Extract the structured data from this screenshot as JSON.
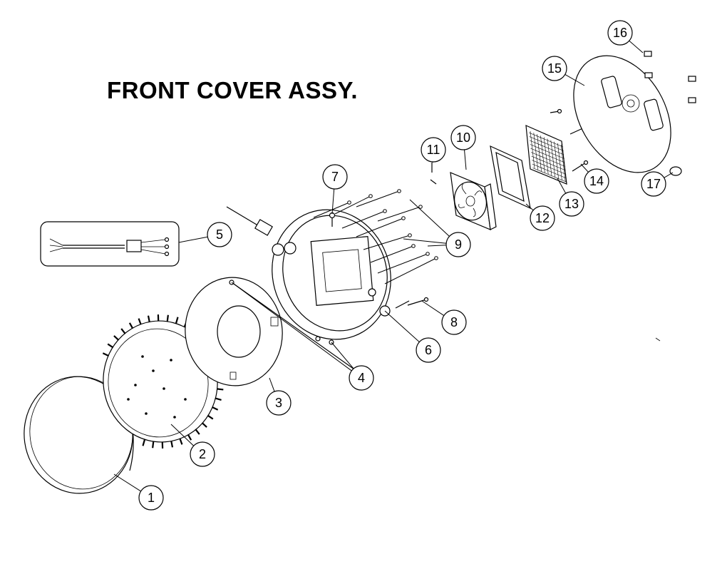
{
  "title": "FRONT COVER ASSY.",
  "callouts": [
    "1",
    "2",
    "3",
    "4",
    "5",
    "6",
    "7",
    "8",
    "9",
    "10",
    "11",
    "12",
    "13",
    "14",
    "15",
    "16",
    "17"
  ]
}
